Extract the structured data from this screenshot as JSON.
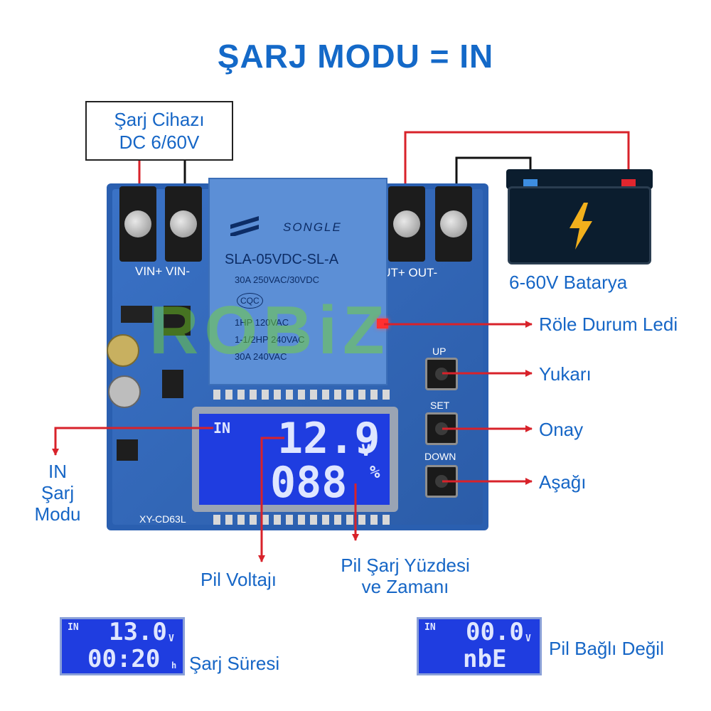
{
  "title": "ŞARJ MODU = IN",
  "charger": {
    "line1": "Şarj Cihazı",
    "line2": "DC 6/60V"
  },
  "battery_label": "6-60V Batarya",
  "board": {
    "vin_label": "VIN+ VIN-",
    "out_label": "OUT+ OUT-",
    "model": "XY-CD63L",
    "relay": {
      "brand": "SONGLE",
      "model": "SLA-05VDC-SL-A",
      "rating1": "30A 250VAC/30VDC",
      "cert": "CQC",
      "rating2": "1HP 120VAC",
      "rating3": "1-1/2HP 240VAC",
      "rating4": "30A 240VAC"
    },
    "buttons": {
      "up": "UP",
      "set": "SET",
      "down": "DOWN"
    }
  },
  "watermark": "ROBiZ",
  "main_lcd": {
    "mode": "IN",
    "voltage": "12.9",
    "voltage_unit": "V",
    "percent": "088",
    "percent_unit": "%"
  },
  "annotations": {
    "relay_led": "Röle Durum Ledi",
    "up": "Yukarı",
    "set": "Onay",
    "down": "Aşağı",
    "mode_line1": "IN",
    "mode_line2": "Şarj",
    "mode_line3": "Modu",
    "voltage": "Pil Voltajı",
    "percent_line1": "Pil Şarj Yüzdesi",
    "percent_line2": "ve Zamanı"
  },
  "example_charging": {
    "mode": "IN",
    "voltage": "13.0",
    "voltage_unit": "V",
    "time": "00:20",
    "time_unit": "h",
    "caption": "Şarj Süresi"
  },
  "example_nobattery": {
    "mode": "IN",
    "voltage": "00.0",
    "voltage_unit": "V",
    "status": "nbE",
    "caption": "Pil Bağlı Değil"
  },
  "colors": {
    "accent": "#1469c8",
    "arrow": "#d8222a",
    "lcd": "#1f3de0",
    "pcb": "#2b5ca8"
  }
}
